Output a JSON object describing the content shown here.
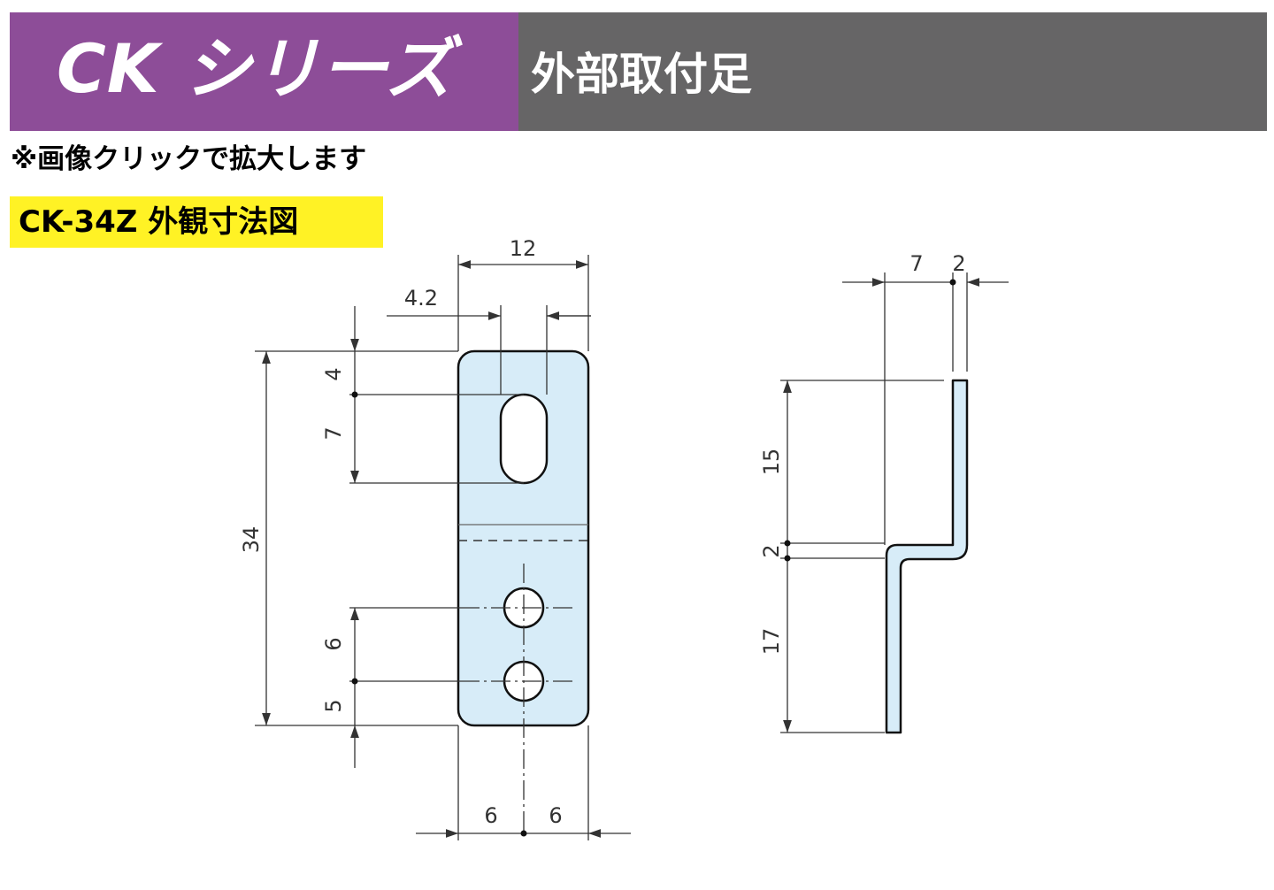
{
  "header": {
    "series_title": "CK シリーズ",
    "subtitle": "外部取付足"
  },
  "note": "※画像クリックで拡大します",
  "diagram_title": "CK-34Z 外観寸法図",
  "dimensions": {
    "width_total": "12",
    "slot_offset": "4.2",
    "top_to_slot": "4",
    "slot_length": "7",
    "height_total": "34",
    "hole_spacing": "6",
    "bottom_to_hole": "5",
    "half_width_left": "6",
    "half_width_right": "6",
    "side_offset": "7",
    "thickness": "2",
    "side_upper": "15",
    "side_bend": "2",
    "side_lower": "17"
  },
  "colors": {
    "header_left": "#8d4d98",
    "header_right": "#666566",
    "tag": "#fff225",
    "part_fill": "#d7ecf8"
  }
}
